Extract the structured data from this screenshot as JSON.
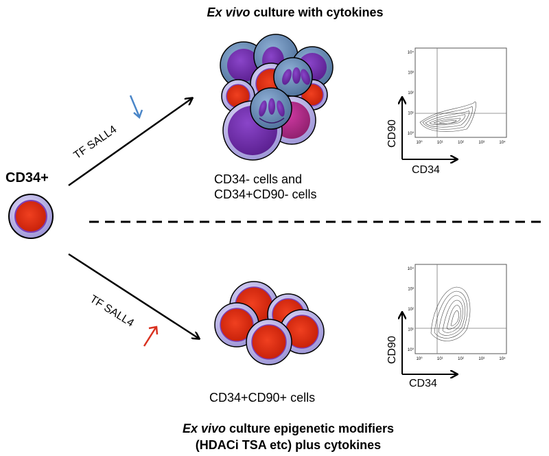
{
  "top_title": {
    "italic": "Ex vivo",
    "rest": " culture with cytokines"
  },
  "source_cell": {
    "label": "CD34+"
  },
  "upper_path": {
    "arrow_label": "TF SALL4",
    "trend": "down",
    "trend_color": "#4a86c8",
    "outcome_line1": "CD34- cells and",
    "outcome_line2": "CD34+CD90- cells",
    "plot": {
      "ylabel": "CD90",
      "xlabel": "CD34"
    }
  },
  "lower_path": {
    "arrow_label": "TF SALL4",
    "trend": "up",
    "trend_color": "#d9311f",
    "outcome": "CD34+CD90+ cells",
    "plot": {
      "ylabel": "CD90",
      "xlabel": "CD34"
    }
  },
  "bottom_title": {
    "italic": "Ex vivo",
    "rest_line1": " culture epigenetic modifiers",
    "line2": "(HDACi TSA etc) plus cytokines"
  },
  "plot_ticks": {
    "x": [
      "10⁰",
      "10¹",
      "10²",
      "10³",
      "10⁴"
    ],
    "y": [
      "10⁰",
      "10¹",
      "10²",
      "10³",
      "10⁴"
    ]
  },
  "colors": {
    "cell_red": "#d42a10",
    "cell_ring": "#b9b3e6",
    "cell_membrane": "#7b3fb6",
    "blast_blue": "#6a8fb8",
    "blast_purple": "#6b2aa8",
    "blast_magenta": "#b02a8a"
  }
}
